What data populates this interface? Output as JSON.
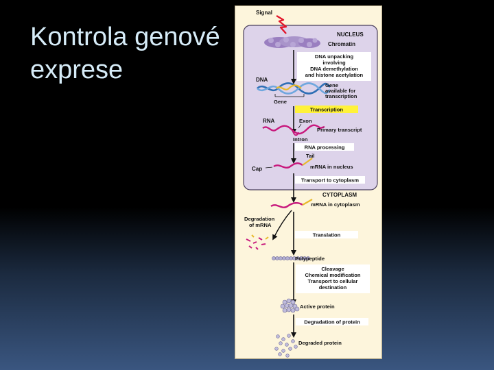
{
  "slide": {
    "title_line1": "Kontrola genové",
    "title_line2": "exprese"
  },
  "diagram": {
    "signal": "Signal",
    "nucleus": "NUCLEUS",
    "chromatin": "Chromatin",
    "dna_unpacking": [
      "DNA unpacking",
      "involving",
      "DNA demethylation",
      "and histone acetylation"
    ],
    "dna": "DNA",
    "gene_available": [
      "Gene",
      "available for",
      "transcription"
    ],
    "gene": "Gene",
    "transcription": "Transcription",
    "rna": "RNA",
    "exon": "Exon",
    "primary_transcript": "Primary transcript",
    "intron": "Intron",
    "rna_processing": "RNA processing",
    "tail": "Tail",
    "cap": "Cap",
    "mrna_nucleus": "mRNA in nucleus",
    "transport_cytoplasm": "Transport to cytoplasm",
    "cytoplasm": "CYTOPLASM",
    "mrna_cytoplasm": "mRNA in cytoplasm",
    "degradation_mrna": [
      "Degradation",
      "of mRNA"
    ],
    "translation": "Translation",
    "polypeptide": "Polypeptide",
    "cleavage": [
      "Cleavage",
      "Chemical modification",
      "Transport to cellular",
      "destination"
    ],
    "active_protein": "Active protein",
    "degradation_protein": "Degradation of protein",
    "degraded_protein": "Degraded protein"
  },
  "colors": {
    "nucleus_fill": "#ddd3ea",
    "cytoplasm_fill": "#fdf5dc",
    "highlight": "#fff23a",
    "rna_magenta": "#c8197d",
    "dna_blue": "#2f6fb5",
    "chromatin_purple": "#9a7fc0"
  }
}
